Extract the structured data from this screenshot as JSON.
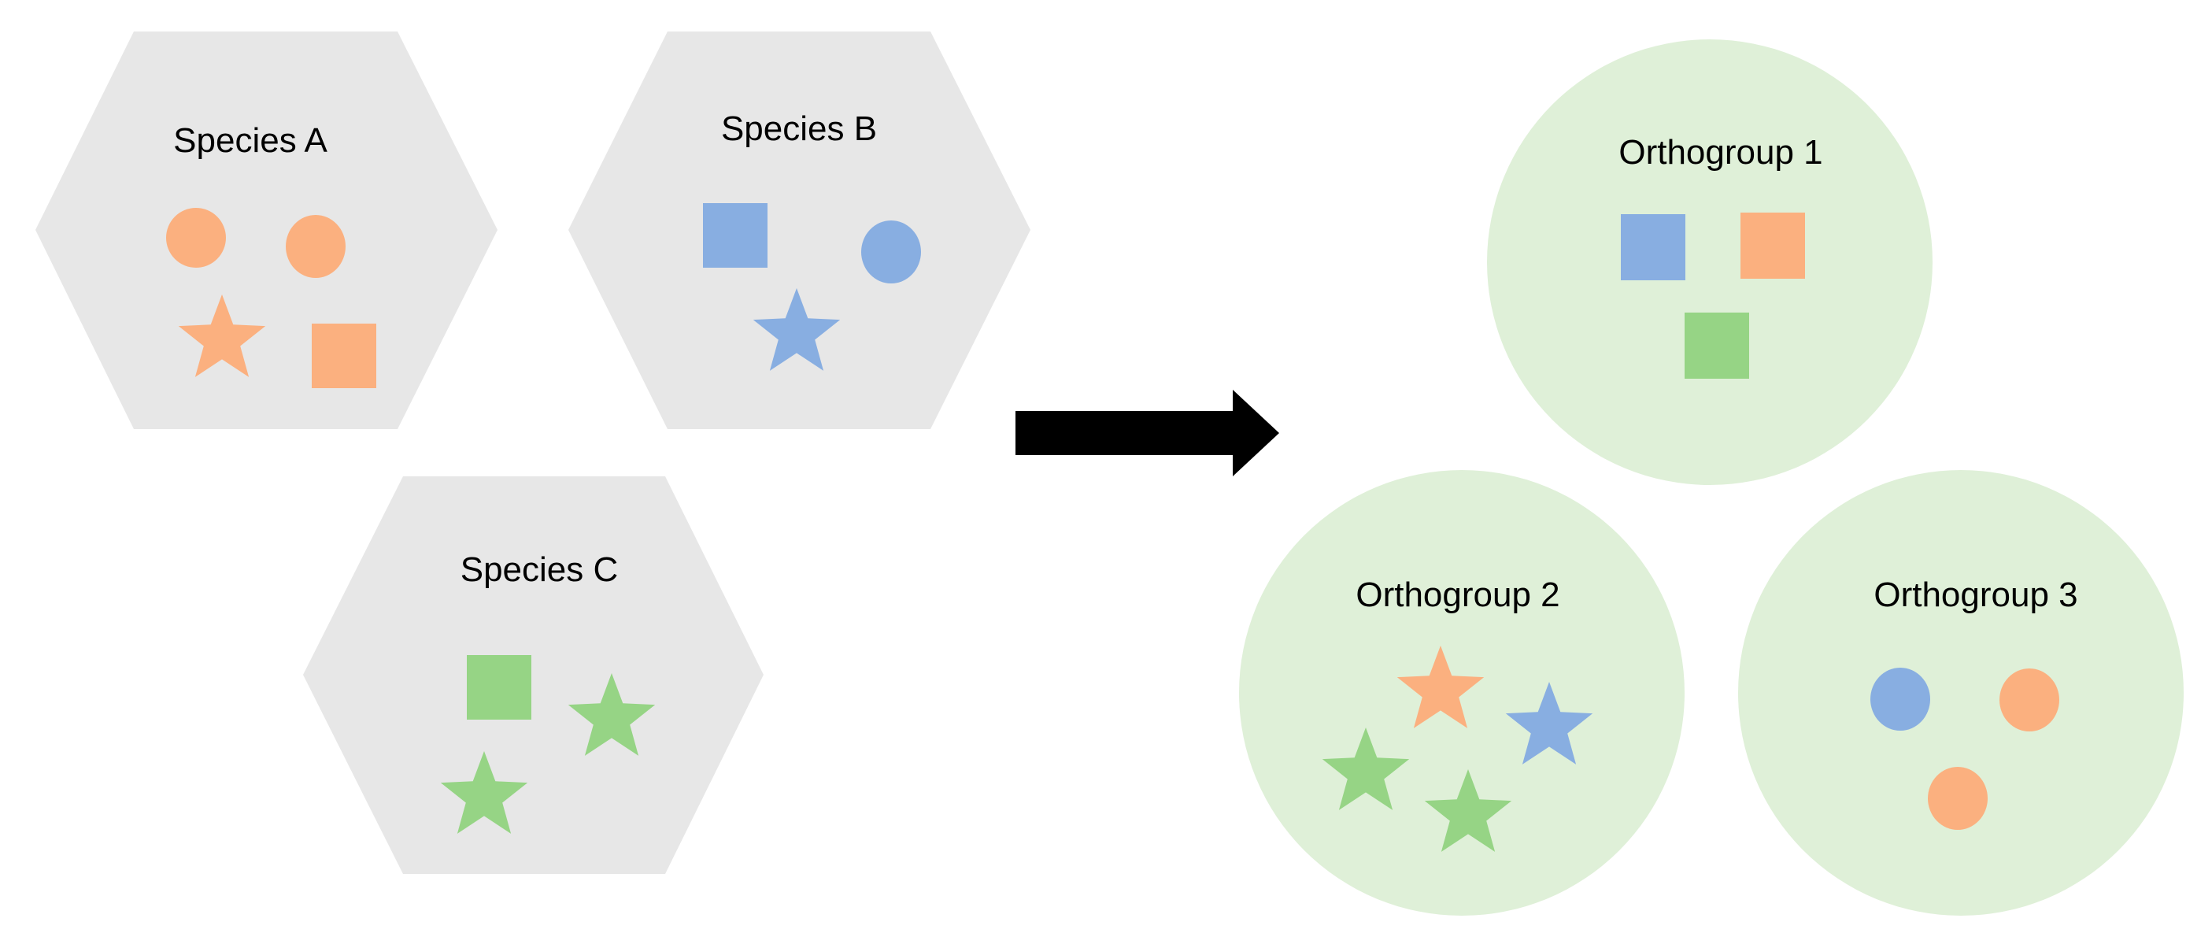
{
  "colors": {
    "hexagon_fill": "#e7e7e7",
    "circle_fill": "#dff0d8",
    "orange": "#fbb07f",
    "blue": "#88aee1",
    "green": "#96d485",
    "arrow": "#000000",
    "text": "#000000"
  },
  "species": [
    {
      "label": "Species A",
      "members": [
        "orange circle",
        "orange circle",
        "orange star",
        "orange square"
      ]
    },
    {
      "label": "Species B",
      "members": [
        "blue square",
        "blue circle",
        "blue star"
      ]
    },
    {
      "label": "Species C",
      "members": [
        "green square",
        "green star",
        "green star"
      ]
    }
  ],
  "orthogroups": [
    {
      "label": "Orthogroup 1",
      "members": [
        "blue square",
        "orange square",
        "green square"
      ]
    },
    {
      "label": "Orthogroup 2",
      "members": [
        "orange star",
        "blue star",
        "green star",
        "green star"
      ]
    },
    {
      "label": "Orthogroup 3",
      "members": [
        "blue circle",
        "orange circle",
        "orange circle"
      ]
    }
  ],
  "arrow_icon": "right-arrow-icon"
}
